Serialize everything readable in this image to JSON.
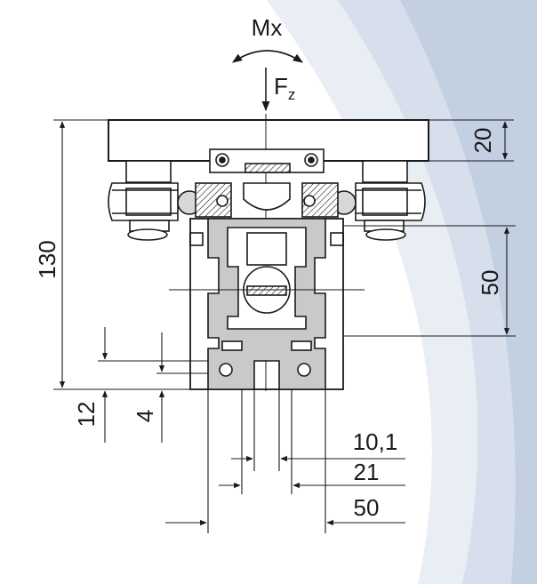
{
  "moment_label": "Mx",
  "force_label": {
    "main": "F",
    "sub": "z"
  },
  "dimensions": {
    "top_plate_thickness": "20",
    "total_height": "130",
    "rail_height": "50",
    "left_offset": "12",
    "slot_depth": "4",
    "slot_width": "10,1",
    "slot_outer_width": "21",
    "profile_width": "50"
  },
  "colors": {
    "line": "#1a1a1a",
    "profile_fill": "#c9c9c9",
    "band_light": "#e9edf4",
    "band_mid": "#d6dfeb",
    "band_dark": "#c3d0e2"
  }
}
